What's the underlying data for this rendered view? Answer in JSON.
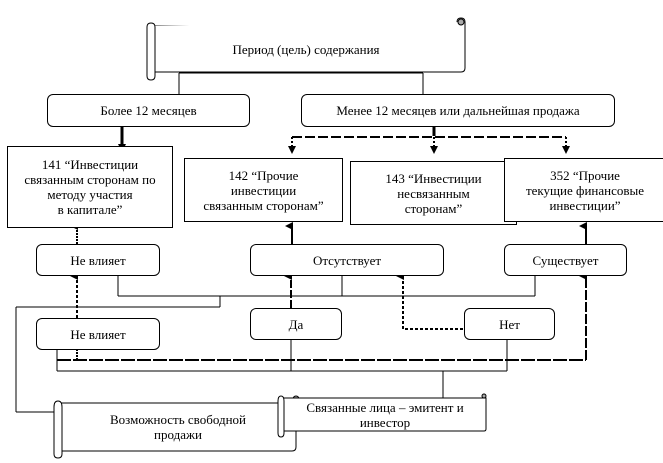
{
  "diagram": {
    "root": {
      "label": "Период (цель) содержания"
    },
    "periods": [
      {
        "id": "more",
        "label": "Более 12 месяцев"
      },
      {
        "id": "less",
        "label": "Менее 12 месяцев или дальнейшая продажа"
      }
    ],
    "accounts": [
      {
        "id": "141",
        "label": "141 “Инвестиции\nсвязанным сторонам по\nметоду участия\nв капитале”"
      },
      {
        "id": "142",
        "label": "142 “Прочие\nинвестиции\nсвязанным сторонам”"
      },
      {
        "id": "143",
        "label": "143 “Инвестиции\nнесвязанным\nсторонам”"
      },
      {
        "id": "352",
        "label": "352 “Прочие\nтекущие финансовые\nинвестиции”"
      }
    ],
    "conditions": [
      {
        "id": "no-effect-top",
        "label": "Не влияет"
      },
      {
        "id": "absent",
        "label": "Отсутствует"
      },
      {
        "id": "exists",
        "label": "Существует"
      }
    ],
    "answers": [
      {
        "id": "no-effect-bottom",
        "label": "Не влияет"
      },
      {
        "id": "yes",
        "label": "Да"
      },
      {
        "id": "no",
        "label": "Нет"
      }
    ],
    "criteria": [
      {
        "id": "free-sale",
        "label": "Возможность свободной\nпродажи"
      },
      {
        "id": "related",
        "label": "Связанные лица – эмитент и инвестор"
      }
    ]
  }
}
